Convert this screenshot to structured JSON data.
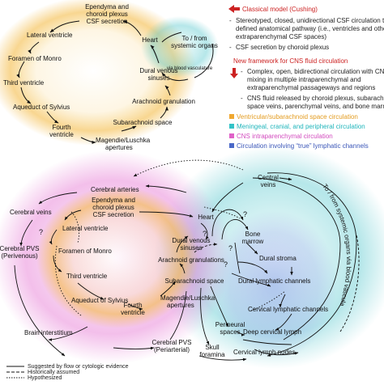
{
  "top_model": {
    "nodes": {
      "ependyma": [
        "Ependyma and",
        "choroid plexus",
        "CSF secretion"
      ],
      "lateral": [
        "Lateral ventricle"
      ],
      "monro": [
        "Foramen of Monro"
      ],
      "third": [
        "Third ventricle"
      ],
      "sylvius": [
        "Aqueduct of Sylvius"
      ],
      "fourth": [
        "Fourth",
        "ventricle"
      ],
      "magendie": [
        "Magendie/Luschka",
        "apertures"
      ],
      "subarachnoid": [
        "Subarachnoid space"
      ],
      "granulation": [
        "Arachnoid granulation"
      ],
      "dural": [
        "Dural venous",
        "sinuses"
      ],
      "heart": [
        "Heart"
      ],
      "systemic": [
        "To / from",
        "systemic organs"
      ],
      "via": "via blood vasculature"
    }
  },
  "legend_panel": {
    "classical_title": "Classical model (Cushing)",
    "classical_bullets": [
      [
        "Stereotyped, closed, unidirectional CSF circulation through",
        "defined anatomical pathway (i.e., ventricles and other",
        "extraparenchymal CSF spaces)"
      ],
      [
        "CSF secretion by choroid plexus"
      ]
    ],
    "new_title": "New framework for CNS fluid circulation",
    "new_bullets": [
      [
        "Complex, open, bidirectional circulation with CNS fluid",
        "mixing in multiple intraparenchymal and",
        "extraparenchymal passageways and regions"
      ],
      [
        "CNS fluid released by choroid plexus, subarachnoid",
        "space veins, parenchymal veins, and bone marrow"
      ]
    ],
    "color_keys": [
      {
        "label": "Ventricular/subarachnoid space circulation",
        "color": "#f0a830",
        "text_color": "#e39b1e"
      },
      {
        "label": "Meningeal, cranial, and peripheral circulation",
        "color": "#33c3c8",
        "text_color": "#1fb5bb"
      },
      {
        "label": "CNS intraparenchymal circulation",
        "color": "#e060c8",
        "text_color": "#d24bbe"
      },
      {
        "label": "Circulation involving “true” lymphatic channels",
        "color": "#4a68c8",
        "text_color": "#3a56b8"
      }
    ],
    "accent_red": "#cc2222"
  },
  "bottom_model": {
    "nodes": {
      "central_veins": [
        "Central",
        "veins"
      ],
      "cerebral_arteries": [
        "Cerebral arteries"
      ],
      "ependyma": [
        "Ependyma and",
        "choroid plexus",
        "CSF secretion"
      ],
      "cerebral_veins": [
        "Cerebral veins"
      ],
      "lateral": [
        "Lateral ventricle"
      ],
      "heart": [
        "Heart"
      ],
      "pvs_venous": [
        "Cerebral PVS",
        "(Perivenous)"
      ],
      "monro": [
        "Foramen of Monro"
      ],
      "dural": [
        "Dural venous",
        "sinuses"
      ],
      "bone_marrow": [
        "Bone",
        "marrow"
      ],
      "granulations": [
        "Arachnoid granulations"
      ],
      "dural_stroma": [
        "Dural stroma"
      ],
      "third": [
        "Third ventricle"
      ],
      "subarachnoid": [
        "Subarachnoid space"
      ],
      "dural_lymph": [
        "Dural lymphatic channels"
      ],
      "sylvius": [
        "Aqueduct of Sylvius"
      ],
      "fourth": [
        "Fourth",
        "ventricle"
      ],
      "magendie": [
        "Magendie/Luschka",
        "apertures"
      ],
      "cervical_channels": [
        "Cervical lymphatic channels"
      ],
      "interstitium": [
        "Brain interstitium"
      ],
      "perineural": [
        "Perineural",
        "spaces"
      ],
      "deep_cervical": [
        "Deep cervical lymph"
      ],
      "pvs_arterial": [
        "Cerebral PVS",
        "(Periarterial)"
      ],
      "skull": [
        "Skull",
        "foramina"
      ],
      "cervical_nodes": [
        "Cervical lymph nodes"
      ],
      "systemic_curved": "To / from systemic organs via blood vasculature",
      "q1": "?",
      "q2": "?",
      "q3": "?",
      "q4": "?",
      "q5": "?"
    }
  },
  "line_legend": [
    {
      "label": "Suggested by flow or cytologic evidence",
      "style": "solid"
    },
    {
      "label": "Historically assumed",
      "style": "dashed"
    },
    {
      "label": "Hypothesized",
      "style": "dotted"
    }
  ]
}
